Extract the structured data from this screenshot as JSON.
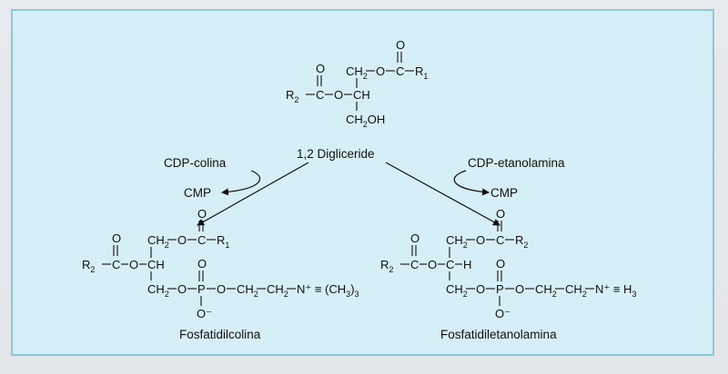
{
  "reactant": {
    "name": "1,2 Digliceride",
    "r1": "R",
    "r1_sub": "1",
    "r2": "R",
    "r2_sub": "2",
    "ch2_top": "CH",
    "ch": "CH",
    "ch2oh": "CH",
    "oh": "OH"
  },
  "left_side": {
    "donor": "CDP-colina",
    "released": "CMP",
    "product_name": "Fosfatidilcolina",
    "headgroup": "N⁺ ≡ (CH",
    "headgroup_sub": "3",
    "headgroup_close": ")"
  },
  "right_side": {
    "donor": "CDP-etanolamina",
    "released": "CMP",
    "product_name": "Fosfatidiletanolamina",
    "headgroup": "N⁺ ≡ H",
    "headgroup_sub": "3"
  },
  "atoms": {
    "O": "O",
    "C": "C",
    "P": "P",
    "O_minus": "O⁻",
    "sub2": "2",
    "sub3": "3"
  },
  "colors": {
    "panel": "#d6eef5",
    "panel_border": "#8dc7d8",
    "ink": "#111111"
  }
}
